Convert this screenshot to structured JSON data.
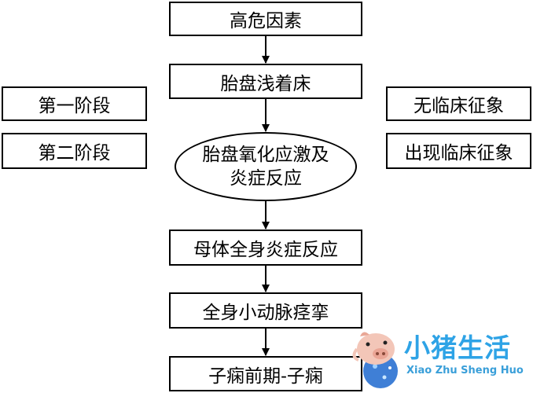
{
  "flow": {
    "risk_factors": "高危因素",
    "shallow_implantation": "胎盘浅着床",
    "oxidative_stress_line1": "胎盘氧化应激及",
    "oxidative_stress_line2": "炎症反应",
    "maternal_inflammation": "母体全身炎症反应",
    "arteriole_spasm": "全身小动脉痉挛",
    "preeclampsia": "子痫前期-子痫"
  },
  "stages": {
    "stage1": "第一阶段",
    "stage2": "第二阶段"
  },
  "signs": {
    "no_signs": "无临床征象",
    "signs_appear": "出现临床征象"
  },
  "watermark": {
    "title": "小猪生活",
    "subtitle": "Xiao Zhu Sheng Huo"
  }
}
